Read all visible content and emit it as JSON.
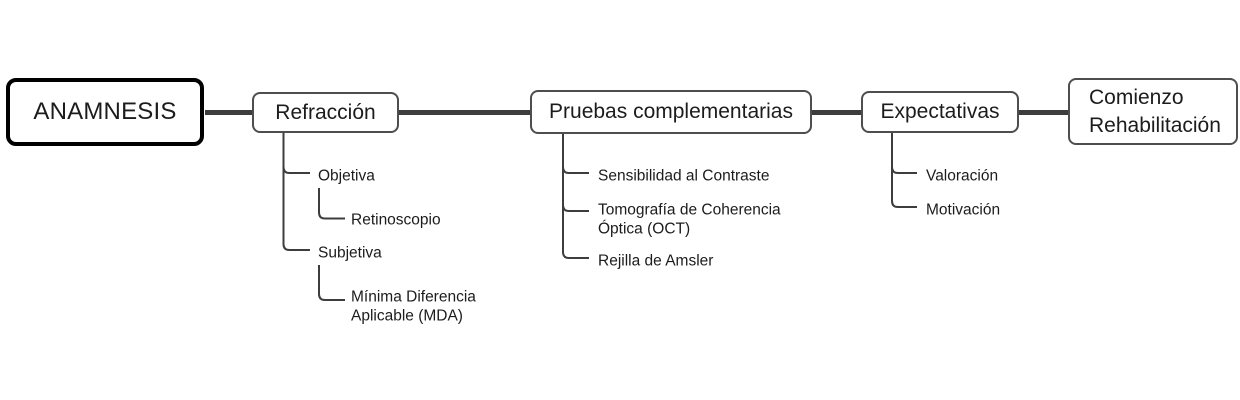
{
  "diagram": {
    "root": {
      "label": "ANAMNESIS"
    },
    "stages": [
      {
        "label": "Refracción",
        "children": [
          {
            "label": "Objetiva",
            "children": [
              {
                "label": "Retinoscopio"
              }
            ]
          },
          {
            "label": "Subjetiva",
            "children": [
              {
                "label": "Mínima Diferencia Aplicable (MDA)"
              }
            ]
          }
        ]
      },
      {
        "label": "Pruebas complementarias",
        "children": [
          {
            "label": "Sensibilidad al Contraste"
          },
          {
            "label": "Tomografía de Coherencia Óptica (OCT)"
          },
          {
            "label": "Rejilla de Amsler"
          }
        ]
      },
      {
        "label": "Expectativas",
        "children": [
          {
            "label": "Valoración"
          },
          {
            "label": "Motivación"
          }
        ]
      },
      {
        "label": "Comienzo Rehabilitación",
        "children": []
      }
    ],
    "colors": {
      "connector_line": "#3d3d3d",
      "branch_line": "#3d3d3d",
      "root_border": "#000000",
      "stage_border": "#4e4e4e",
      "text": "#1c1c1c",
      "background": "#ffffff"
    }
  }
}
